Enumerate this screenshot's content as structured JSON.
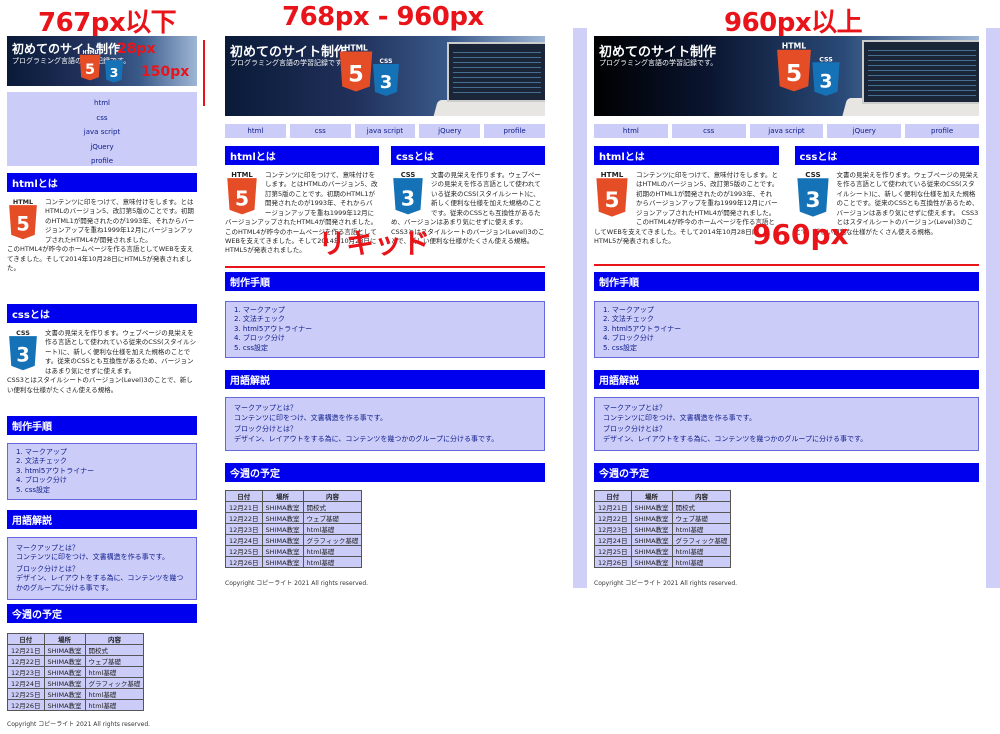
{
  "labels": {
    "bp_small": "767px以下",
    "bp_medium": "768px - 960px",
    "bp_large": "960px以上",
    "size_28": "28px",
    "size_150": "150px",
    "liquid": "リキッド",
    "size_960": "960px"
  },
  "site": {
    "title": "初めてのサイト制作",
    "subtitle": "プログラミング言語の学習記録です。",
    "html_logo": "HTML",
    "css_logo": "CSS",
    "nav": [
      "html",
      "css",
      "java script",
      "jQuery",
      "profile"
    ],
    "html_heading": "htmlとは",
    "html_text_1": "コンテンツに印をつけて、意味付けをします。とはHTMLのバージョン5、改訂第5版のことです。初期のHTML1が開発されたのが1993年、それからバージョンアップを重ね1999年12月にバージョンアップされたHTML4が開発されました。",
    "html_text_2": "このHTML4が昨今のホームページを作る言語としてWEBを支えてきました。そして2014年10月28日にHTML5が発表されました。",
    "css_heading": "cssとは",
    "css_text_1": "文書の見栄えを作ります。ウェブページの見栄えを作る言語として使われている従来のCSS(スタイルシート)に、新しく便利な仕様を加えた規格のことです。従来のCSSとも互換性があるため、バージョンはあまり気にせずに使えます。",
    "css_text_2": "CSS3とはスタイルシートのバージョン(Level)3のことで、新しい便利な仕様がたくさん使える規格。",
    "steps_heading": "制作手順",
    "steps": [
      "1. マークアップ",
      "2. 文法チェック",
      "3. html5アウトライナー",
      "4. ブロック分け",
      "5. css設定"
    ],
    "glossary_heading": "用語解説",
    "glossary": [
      "マークアップとは？",
      "コンテンツに印をつけ、文書構造を作る事です。",
      "ブロック分けとは？",
      "デザイン、レイアウトをする為に、コンテンツを幾つかのグループに分ける事です。"
    ],
    "schedule_heading": "今週の予定",
    "schedule_cols": [
      "日付",
      "場所",
      "内容"
    ],
    "schedule_rows": [
      [
        "12月21日",
        "SHIMA教室",
        "開校式"
      ],
      [
        "12月22日",
        "SHIMA教室",
        "ウェブ基礎"
      ],
      [
        "12月23日",
        "SHIMA教室",
        "html基礎"
      ],
      [
        "12月24日",
        "SHIMA教室",
        "グラフィック基礎"
      ],
      [
        "12月25日",
        "SHIMA教室",
        "html基礎"
      ],
      [
        "12月26日",
        "SHIMA教室",
        "html基礎"
      ]
    ],
    "copyright": "Copyright コピーライト 2021 All rights reserved."
  },
  "colors": {
    "accent_red": "#e8141a",
    "heading_blue": "#0000ee",
    "pale_blue": "#ccccf8",
    "html_orange": "#e44d26",
    "css_blue": "#1572b6"
  }
}
